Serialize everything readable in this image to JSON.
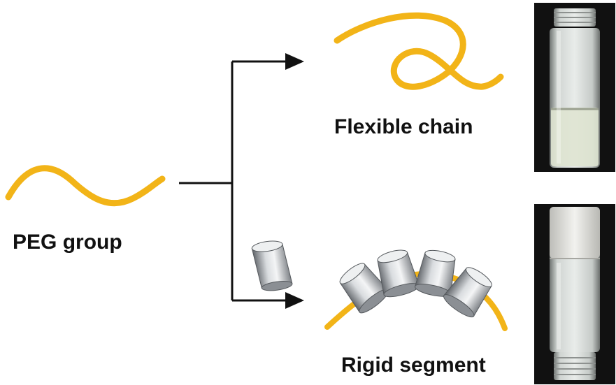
{
  "labels": {
    "peg_group": "PEG group",
    "flexible_chain": "Flexible chain",
    "rigid_segment": "Rigid segment"
  },
  "colors": {
    "chain": "#F2B418",
    "arrow": "#111111",
    "photo_background": "#111111",
    "gel": "#EDEDEA",
    "cyclodextrin": "#A9ADB2"
  },
  "icons": {
    "peg_chain": "wavy-chain-icon",
    "flexible_chain": "looped-chain-icon",
    "cyclodextrin": "truncated-cone-ring-icon",
    "rigid_segment": "threaded-rings-icon",
    "vial_solution": "vial-liquid-photo",
    "vial_gel": "vial-inverted-gel-photo"
  }
}
